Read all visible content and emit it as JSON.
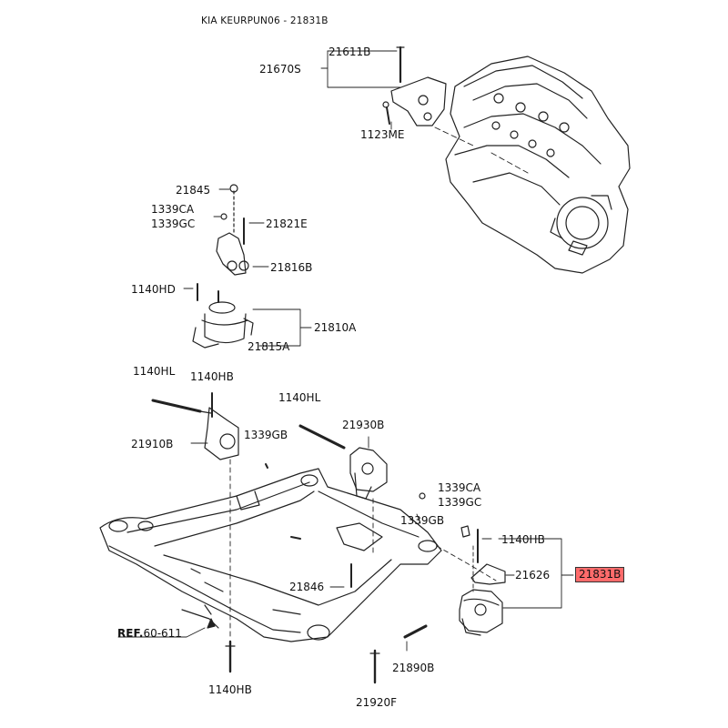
{
  "title": "KIA KEURPUN06 - 21831B",
  "labels": {
    "p21611B": "21611B",
    "p21670S": "21670S",
    "p1123ME": "1123ME",
    "p21845": "21845",
    "p1339CA_top": "1339CA",
    "p1339GC_top": "1339GC",
    "p21821E": "21821E",
    "p21816B": "21816B",
    "p1140HD": "1140HD",
    "p21810A": "21810A",
    "p21815A": "21815A",
    "p1140HL_left": "1140HL",
    "p1140HB_left": "1140HB",
    "p1140HL_mid": "1140HL",
    "p21930B": "21930B",
    "p21910B": "21910B",
    "p1339GB_left": "1339GB",
    "p1339CA_right": "1339CA",
    "p1339GC_right": "1339GC",
    "p1339GB_right": "1339GB",
    "p1140HB_right": "1140HB",
    "p21626": "21626",
    "p21831B": "21831B",
    "p21846": "21846",
    "ref_bold": "REF.",
    "ref_num": "60-611",
    "p21890B": "21890B",
    "p1140HB_bottom": "1140HB",
    "p21920F": "21920F"
  },
  "highlight_color": "#ff6b6b"
}
